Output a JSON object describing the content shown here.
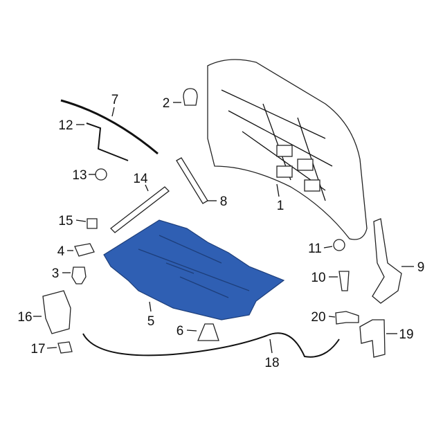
{
  "diagram": {
    "highlight_color": "#2f5fb3",
    "callouts": [
      {
        "id": "1",
        "label": "1"
      },
      {
        "id": "2",
        "label": "2"
      },
      {
        "id": "3",
        "label": "3"
      },
      {
        "id": "4",
        "label": "4"
      },
      {
        "id": "5",
        "label": "5"
      },
      {
        "id": "6",
        "label": "6"
      },
      {
        "id": "7",
        "label": "7"
      },
      {
        "id": "8",
        "label": "8"
      },
      {
        "id": "9",
        "label": "9"
      },
      {
        "id": "10",
        "label": "10"
      },
      {
        "id": "11",
        "label": "11"
      },
      {
        "id": "12",
        "label": "12"
      },
      {
        "id": "13",
        "label": "13"
      },
      {
        "id": "14",
        "label": "14"
      },
      {
        "id": "15",
        "label": "15"
      },
      {
        "id": "16",
        "label": "16"
      },
      {
        "id": "17",
        "label": "17"
      },
      {
        "id": "18",
        "label": "18"
      },
      {
        "id": "19",
        "label": "19"
      },
      {
        "id": "20",
        "label": "20"
      }
    ]
  }
}
